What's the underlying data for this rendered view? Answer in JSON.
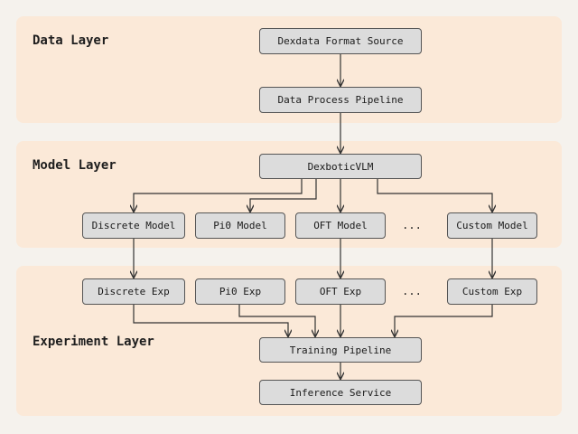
{
  "layers": {
    "data": {
      "title": "Data Layer"
    },
    "model": {
      "title": "Model Layer"
    },
    "experiment": {
      "title": "Experiment Layer"
    }
  },
  "nodes": {
    "dexdata_source": "Dexdata Format Source",
    "data_pipeline": "Data Process Pipeline",
    "vlm": "DexboticVLM",
    "discrete_model": "Discrete Model",
    "pi0_model": "Pi0 Model",
    "oft_model": "OFT Model",
    "model_ellipsis": "...",
    "custom_model": "Custom Model",
    "discrete_exp": "Discrete Exp",
    "pi0_exp": "Pi0 Exp",
    "oft_exp": "OFT Exp",
    "exp_ellipsis": "...",
    "custom_exp": "Custom Exp",
    "training_pipeline": "Training Pipeline",
    "inference_service": "Inference Service"
  },
  "colors": {
    "panel_bg": "#fbe9d8",
    "node_bg": "#dcdcdc",
    "node_border": "#555555",
    "arrow": "#333333"
  }
}
